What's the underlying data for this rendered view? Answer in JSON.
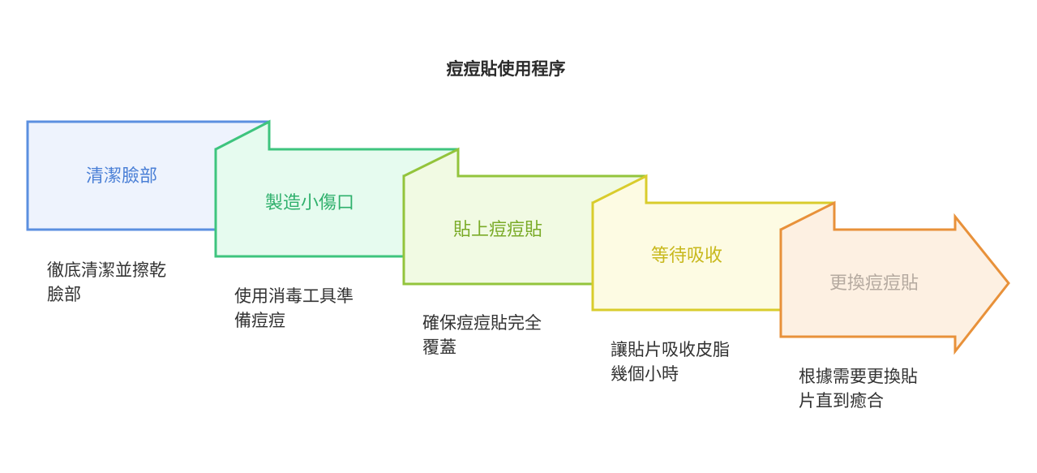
{
  "title": "痘痘貼使用程序",
  "steps": [
    {
      "label": "清潔臉部",
      "description_lines": [
        "徹底清潔並擦乾",
        "臉部"
      ],
      "fill": "#eef3fd",
      "stroke": "#5b8fe0",
      "text_color": "#4a7fd6"
    },
    {
      "label": "製造小傷口",
      "description_lines": [
        "使用消毒工具準",
        "備痘痘"
      ],
      "fill": "#e6fbef",
      "stroke": "#3ec47e",
      "text_color": "#2fb06c"
    },
    {
      "label": "貼上痘痘貼",
      "description_lines": [
        "確保痘痘貼完全",
        "覆蓋"
      ],
      "fill": "#f1fae3",
      "stroke": "#93c43c",
      "text_color": "#7aab28"
    },
    {
      "label": "等待吸收",
      "description_lines": [
        "讓貼片吸收皮脂",
        "幾個小時"
      ],
      "fill": "#fdfbe3",
      "stroke": "#d9cc2c",
      "text_color": "#c8b81c"
    },
    {
      "label": "更換痘痘貼",
      "description_lines": [
        "根據需要更換貼",
        "片直到癒合"
      ],
      "fill": "#fdf0e2",
      "stroke": "#e8913a",
      "text_color": "#b5aaa0"
    }
  ]
}
